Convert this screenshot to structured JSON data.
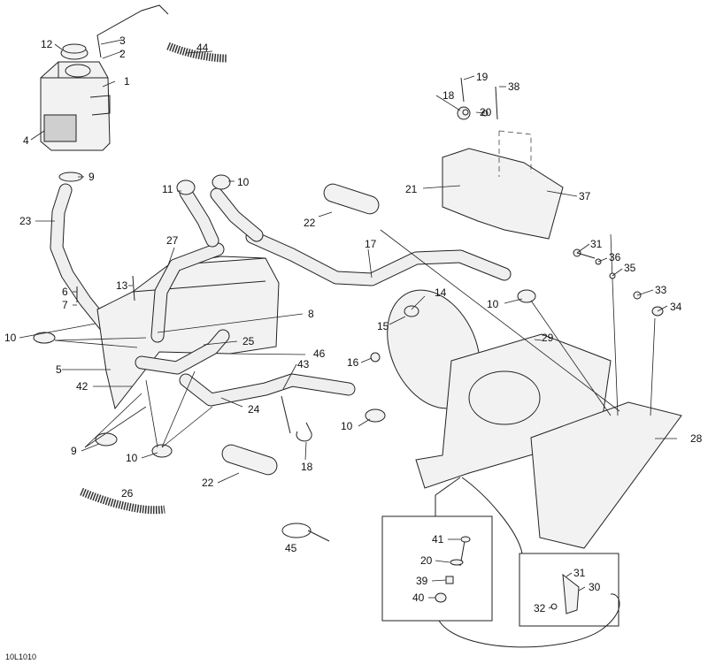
{
  "figure_ref": "10L1010",
  "callouts": {
    "c1": "1",
    "c2": "2",
    "c3": "3",
    "c4": "4",
    "c5": "5",
    "c6": "6",
    "c7": "7",
    "c8": "8",
    "c9a": "9",
    "c9b": "9",
    "c10a": "10",
    "c10b": "10",
    "c10c": "10",
    "c10d": "10",
    "c10e": "10",
    "c11": "11",
    "c12": "12",
    "c13": "13",
    "c14": "14",
    "c15": "15",
    "c16": "16",
    "c17": "17",
    "c18a": "18",
    "c18b": "18",
    "c19": "19",
    "c20a": "20",
    "c20b": "20",
    "c21": "21",
    "c22a": "22",
    "c22b": "22",
    "c23": "23",
    "c24": "24",
    "c25": "25",
    "c26": "26",
    "c27": "27",
    "c28": "28",
    "c29": "29",
    "c30": "30",
    "c31a": "31",
    "c31b": "31",
    "c32": "32",
    "c33": "33",
    "c34": "34",
    "c35": "35",
    "c36": "36",
    "c37": "37",
    "c38": "38",
    "c39": "39",
    "c40": "40",
    "c41": "41",
    "c42": "42",
    "c43": "43",
    "c44": "44",
    "c45": "45",
    "c46": "46"
  },
  "colors": {
    "line": "#222222",
    "fill": "#f2f2f2",
    "shade": "#cfcfcf",
    "background": "#ffffff"
  }
}
